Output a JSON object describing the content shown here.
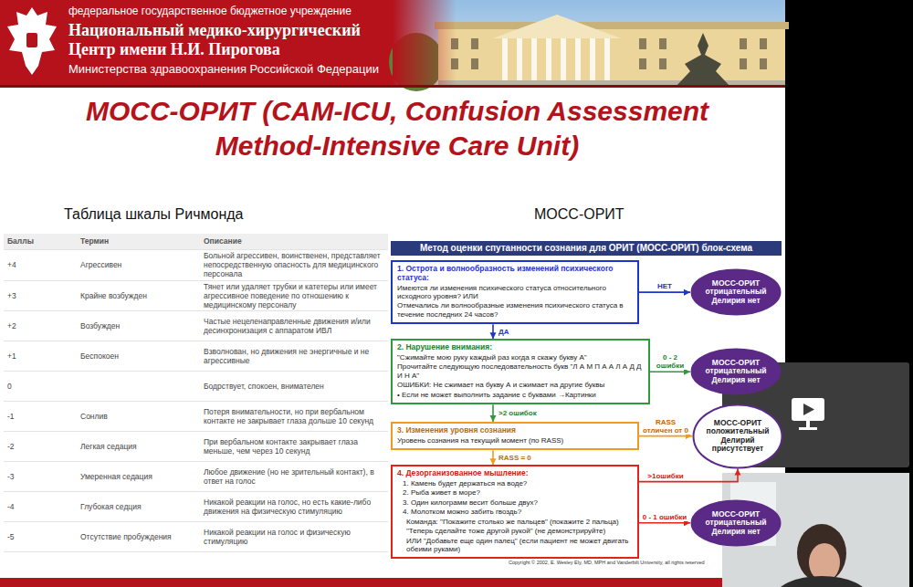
{
  "diagram": {
    "title": "МОСС-ОРИТ (CAM-ICU, Confusion Assessment Method-Intensive Care Unit)",
    "nodes": [
      {
        "text": [
          "федеральное государственное бюджетное учреждение",
          "Национальный медико-хирургический Центр имени Н.И. Пирогова",
          "Министерства здравоохранения Российской Федерации"
        ]
      },
      {
        "text": [
          "Метод оценки спутанности сознания для ОРИТ (МОСС-ОРИТ) блок-схема"
        ]
      },
      {
        "text": [
          "1. Острота и волнообразность изменений психического статуса:",
          "Имеются ли изменения психического статуса относительного исходного уровня? ИЛИ",
          "Отмечались ли волнообразные изменения психического статуса в течение последних 24 часов?"
        ]
      },
      {
        "text": [
          "МОСС-ОРИТ отрицательный Делирия нет"
        ]
      },
      {
        "text": [
          "2. Нарушение внимания:",
          "\"Сжимайте мою руку каждый раз когда я скажу букву А\"",
          "Прочитайте следующую последовательность букв \"Л А М П А А Л А Д Д И Н А\"",
          "ОШИБКИ: Не сжимает на букву А и сжимает на другие буквы",
          "• Если не может выполнить задание с буквами →Картинки"
        ]
      },
      {
        "text": [
          "МОСС-ОРИТ отрицательный Делирия нет"
        ]
      },
      {
        "text": [
          "3. Изменения уровня сознания",
          "Уровень сознания на текущий момент (по RASS)"
        ]
      },
      {
        "text": [
          "МОСС-ОРИТ положительный Делирий присутствует"
        ]
      },
      {
        "text": [
          "4. Дезорганизованное мышление:",
          "1. Камень будет держаться на воде?",
          "2. Рыба живет в море?",
          "3. Один килограмм весит больше двух?",
          "4. Молотком можно забить гвоздь?",
          "Команда: \"Покажите столько же пальцев\" (покажите 2 пальца)",
          "\"Теперь сделайте тоже другой рукой\" (не демонстрируйте)",
          "ИЛИ \"Добавьте еще один палец\" (если пациент не может двигать обеими руками)"
        ]
      },
      {
        "text": [
          "МОСС-ОРИТ отрицательный Делирия нет"
        ]
      }
    ],
    "edges": [
      {
        "from": 2,
        "to": 3,
        "label": "НЕТ",
        "arrow": "to"
      },
      {
        "from": 2,
        "to": 4,
        "label": "ДА",
        "arrow": "to"
      },
      {
        "from": 4,
        "to": 5,
        "label": "0 - 2 ошибки",
        "arrow": "to"
      },
      {
        "from": 4,
        "to": 6,
        "label": ">2 ошибок",
        "arrow": "to"
      },
      {
        "from": 6,
        "to": 7,
        "label": "RASS отличен от 0",
        "arrow": "to"
      },
      {
        "from": 6,
        "to": 8,
        "label": "RASS = 0",
        "arrow": "to"
      },
      {
        "from": 8,
        "to": 7,
        "label": ">1ошибки",
        "arrow": "to"
      },
      {
        "from": 8,
        "to": 9,
        "label": "0 - 1 ошибки",
        "arrow": "to"
      }
    ],
    "labels": [
      "Таблица шкалы Ричмонда",
      "МОСС-ОРИТ",
      "Баллы",
      "Термин",
      "Описание",
      "+4",
      "Агрессивен",
      "Больной агрессивен, воинственен, представляет непосредственную опасность для медицинского персонала",
      "+3",
      "Крайне возбужден",
      "Тянет или удаляет трубки и катетеры или имеет агрессивное поведение по отношению к медицинскому персоналу",
      "+2",
      "Возбужден",
      "Частые нецеленаправленные движения и/или десинхронизация с аппаратом ИВЛ",
      "+1",
      "Беспокоен",
      "Взволнован, но движения не энергичные и не агрессивные",
      "0",
      "Бодрствует, спокоен, внимателен",
      "-1",
      "Сонлив",
      "Потеря внимательности, но при вербальном контакте не закрывает глаза дольше 10 секунд",
      "-2",
      "Легкая седация",
      "При вербальном контакте закрывает глаза меньше, чем через 10 секунд",
      "-3",
      "Умеренная седация",
      "Любое движение (но не зрительный контакт), в ответ на голос",
      "-4",
      "Глубокая седция",
      "Никакой реакции на голос, но есть какие-либо движения на физическую стимуляцию",
      "-5",
      "Отсутствие пробуждения",
      "Никакой реакции на голос и физическую стимуляцию",
      "Copyright © 2002, E. Wesley Ely, MD, MPH and Vanderbilt University, all rights reserved"
    ]
  }
}
